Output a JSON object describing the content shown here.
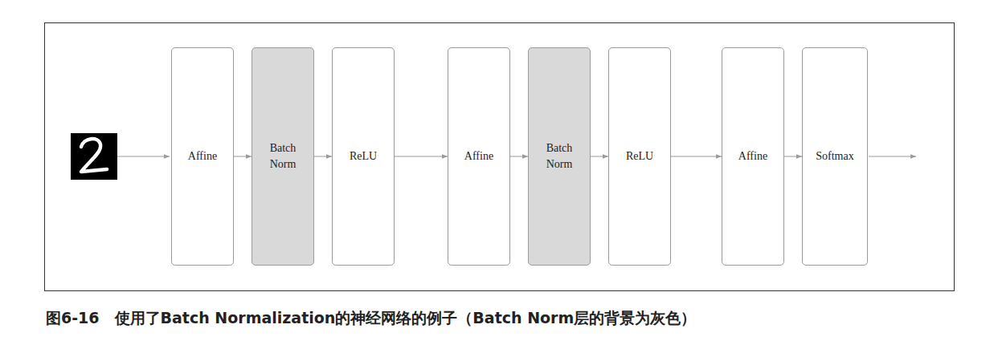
{
  "diagram": {
    "caption": "图6-16　使用了Batch Normalization的神经网络的例子（Batch Norm层的背景为灰色）",
    "nodes": [
      {
        "text": [
          "Affine"
        ]
      },
      {
        "text": [
          "Batch Norm"
        ]
      },
      {
        "text": [
          "ReLU"
        ]
      },
      {
        "text": [
          "Affine"
        ]
      },
      {
        "text": [
          "Batch Norm"
        ]
      },
      {
        "text": [
          "ReLU"
        ]
      },
      {
        "text": [
          "Affine"
        ]
      },
      {
        "text": [
          "Softmax"
        ]
      }
    ],
    "edges": [
      {
        "from": 0,
        "to": 1,
        "arrow": "to"
      },
      {
        "from": 1,
        "to": 2,
        "arrow": "to"
      },
      {
        "from": 2,
        "to": 3,
        "arrow": "to"
      },
      {
        "from": 3,
        "to": 4,
        "arrow": "to"
      },
      {
        "from": 4,
        "to": 5,
        "arrow": "to"
      },
      {
        "from": 5,
        "to": 6,
        "arrow": "to"
      },
      {
        "from": 6,
        "to": 7,
        "arrow": "to"
      }
    ]
  }
}
